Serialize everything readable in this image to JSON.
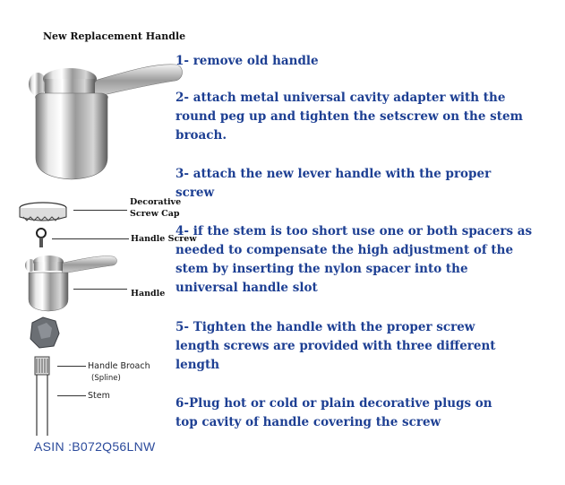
{
  "title": "New Replacement Handle",
  "steps": [
    "1- remove old handle",
    "2- attach metal universal cavity adapter with the round peg up and tighten the setscrew on the stem broach.",
    "3- attach the new lever handle with the proper screw",
    "4- if the stem is too short use one or both spacers as needed to compensate the high adjustment of the stem by inserting the nylon spacer into the universal handle slot",
    "5- Tighten the handle with the proper screw length screws are provided with three different length",
    "6-Plug hot or cold or plain decorative plugs on top cavity of handle covering the screw"
  ],
  "labels": {
    "decorative": "Decorative",
    "screw_cap": "Screw Cap",
    "handle_screw": "Handle Screw",
    "handle": "Handle",
    "handle_broach": "Handle Broach",
    "spline": "(Spline)",
    "stem": "Stem"
  },
  "asin": "ASIN :B072Q56LNW"
}
